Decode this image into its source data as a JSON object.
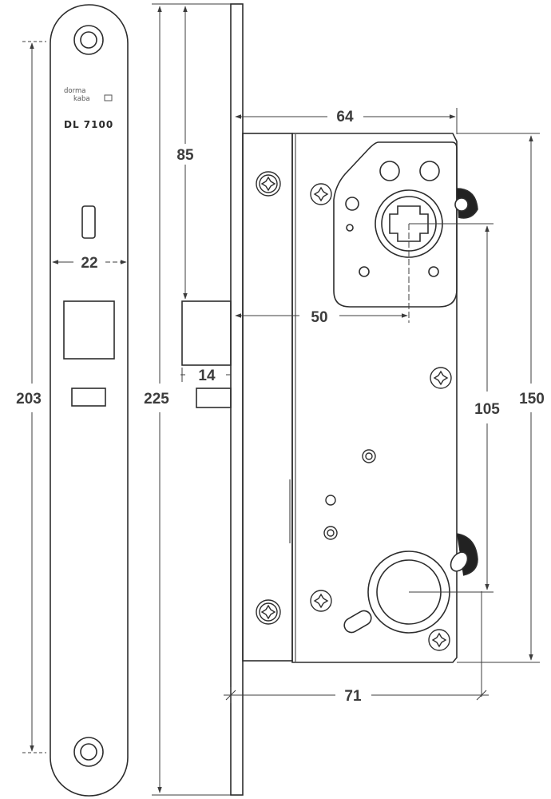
{
  "faceplate": {
    "brand_line1": "dorma",
    "brand_line2": "kaba",
    "model": "DL 7100"
  },
  "dimensions": {
    "faceplate_width": "22",
    "fixing_holes_spacing": "203",
    "faceplate_length": "225",
    "top_to_bolt": "85",
    "bolt_throw": "14",
    "backset": "50",
    "case_depth": "64",
    "case_height": "150",
    "follower_to_cylinder": "105",
    "overall_depth": "71"
  },
  "colors": {
    "line": "#2d2d2d",
    "dimension": "#3c3c3c"
  }
}
